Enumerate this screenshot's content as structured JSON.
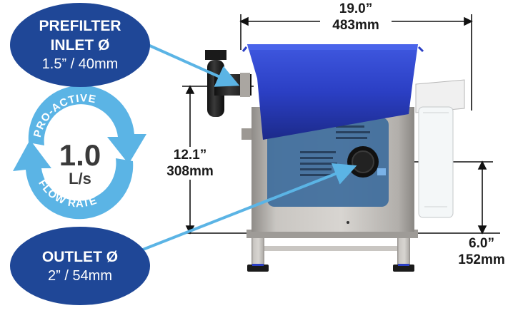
{
  "callouts": {
    "prefilter": {
      "line1": "PREFILTER",
      "line2": "INLET Ø",
      "line3": "1.5” / 40mm"
    },
    "outlet": {
      "line1": "OUTLET Ø",
      "line2": "2” / 54mm"
    }
  },
  "flow_badge": {
    "arc_top": "PRO-ACTIVE",
    "arc_bottom": "FLOW RATE",
    "value": "1.0",
    "unit": "L/s"
  },
  "dimensions": {
    "width": {
      "inches": "19.0”",
      "mm": "483mm"
    },
    "height": {
      "inches": "12.1”",
      "mm": "308mm"
    },
    "outlet_height": {
      "inches": "6.0”",
      "mm": "152mm"
    }
  },
  "colors": {
    "callout_blue": "#1f4797",
    "arrow_blue": "#5bb4e5",
    "tank_blue": "#2b3fc4",
    "steel": "#b9b6b2"
  }
}
